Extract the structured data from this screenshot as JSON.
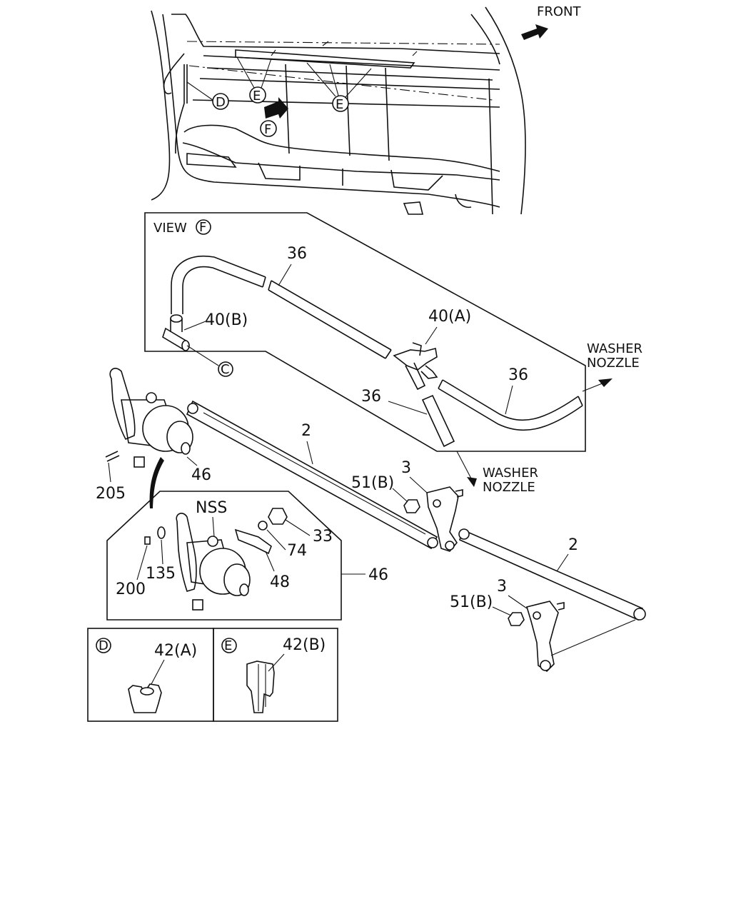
{
  "labels": {
    "front": "FRONT",
    "view_f": "VIEW",
    "washer_nozzle_1": "WASHER",
    "washer_nozzle_1b": "NOZZLE",
    "washer_nozzle_2": "WASHER",
    "washer_nozzle_2b": "NOZZLE",
    "p36_a": "36",
    "p36_b": "36",
    "p36_c": "36",
    "p40b": "40(B)",
    "p40a": "40(A)",
    "p2_a": "2",
    "p2_b": "2",
    "p3_a": "3",
    "p3_b": "3",
    "p51b_a": "51(B)",
    "p51b_b": "51(B)",
    "p46_a": "46",
    "p46_b": "46",
    "p205": "205",
    "nss": "NSS",
    "p33": "33",
    "p74": "74",
    "p48": "48",
    "p135": "135",
    "p200": "200",
    "p42a": "42(A)",
    "p42b": "42(B)"
  },
  "callouts": {
    "c": "C",
    "d": "D",
    "e1": "E",
    "e2": "E",
    "f1": "F",
    "f2": "F",
    "d_box": "D",
    "e_box": "E"
  }
}
